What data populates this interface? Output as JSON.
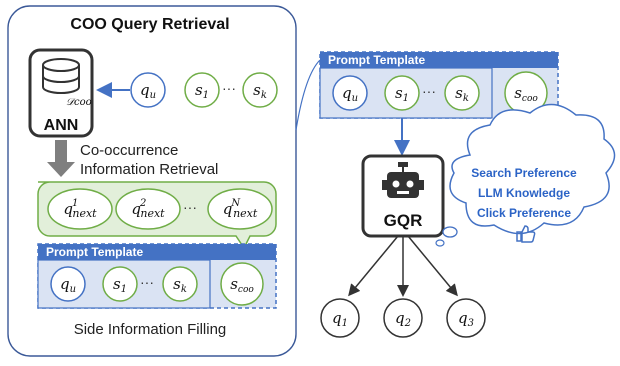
{
  "retrieval": {
    "title": "COO Query Retrieval",
    "ann_label": "ANN",
    "db_subscript": "𝒟coo",
    "step_label_1": "Co-occurrence",
    "step_label_2": "Information Retrieval",
    "side_filling_label": "Side Information Filling",
    "prompt_template_label": "Prompt Template",
    "next_queries": [
      "q¹next",
      "q²next",
      "…",
      "qᴺnext"
    ]
  },
  "prompt_template": {
    "label": "Prompt Template",
    "query": "qu",
    "items": [
      "s1",
      "…",
      "sk"
    ],
    "coo": "scoo"
  },
  "gqr": {
    "label": "GQR",
    "cloud_lines": [
      "Search Preference",
      "LLM Knowledge",
      "Click Preference"
    ],
    "outputs": [
      "q1",
      "q2",
      "q3"
    ]
  },
  "colors": {
    "blue": "#4472c4",
    "light_blue": "#dae3f3",
    "green": "#70ad47",
    "light_green": "#e2efda",
    "gray": "#666666"
  }
}
